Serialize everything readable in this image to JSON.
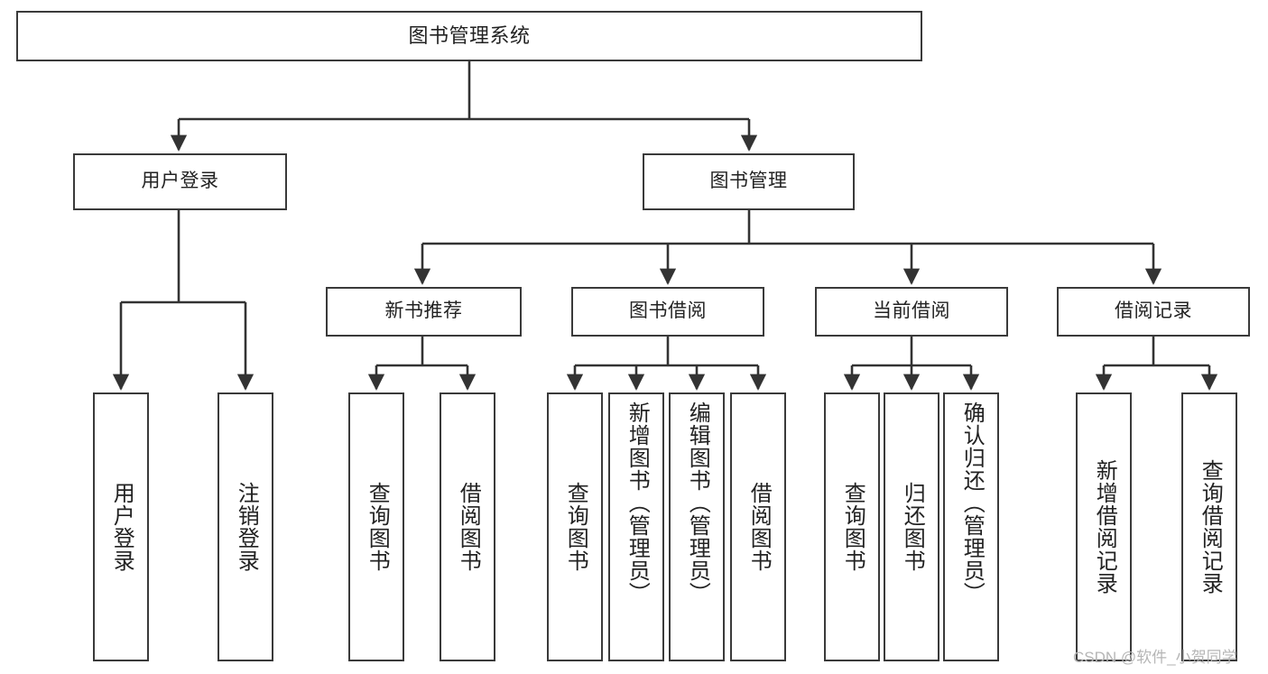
{
  "diagram": {
    "title": "图书管理系统",
    "type": "tree-hierarchy",
    "watermark": "CSDN @软件_小贺同学",
    "colors": {
      "box_border": "#3a3a3a",
      "box_fill": "#ffffff",
      "connector": "#333333",
      "text": "#222222",
      "watermark": "#b6b6b6"
    }
  },
  "nodes": {
    "root": {
      "label": "图书管理系统"
    },
    "level1": [
      {
        "id": "user-login",
        "label": "用户登录"
      },
      {
        "id": "book-manage",
        "label": "图书管理"
      }
    ],
    "level2": [
      {
        "id": "new-book-recommend",
        "label": "新书推荐",
        "parent": "book-manage"
      },
      {
        "id": "book-borrow",
        "label": "图书借阅",
        "parent": "book-manage"
      },
      {
        "id": "current-borrow",
        "label": "当前借阅",
        "parent": "book-manage"
      },
      {
        "id": "borrow-record",
        "label": "借阅记录",
        "parent": "book-manage"
      }
    ],
    "leaves": {
      "user-login": [
        {
          "id": "leaf-user-login",
          "label": "用户登录"
        },
        {
          "id": "leaf-user-logout",
          "label": "注销登录"
        }
      ],
      "new-book-recommend": [
        {
          "id": "leaf-query-book-1",
          "label": "查询图书"
        },
        {
          "id": "leaf-borrow-book-1",
          "label": "借阅图书"
        }
      ],
      "book-borrow": [
        {
          "id": "leaf-query-book-2",
          "label": "查询图书"
        },
        {
          "id": "leaf-add-book",
          "label": "新增图书（管理员）"
        },
        {
          "id": "leaf-edit-book",
          "label": "编辑图书（管理员）"
        },
        {
          "id": "leaf-borrow-book-2",
          "label": "借阅图书"
        }
      ],
      "current-borrow": [
        {
          "id": "leaf-query-book-3",
          "label": "查询图书"
        },
        {
          "id": "leaf-return-book",
          "label": "归还图书"
        },
        {
          "id": "leaf-confirm-return",
          "label": "确认归还（管理员）"
        }
      ],
      "borrow-record": [
        {
          "id": "leaf-add-record",
          "label": "新增借阅记录"
        },
        {
          "id": "leaf-query-record",
          "label": "查询借阅记录"
        }
      ]
    }
  }
}
